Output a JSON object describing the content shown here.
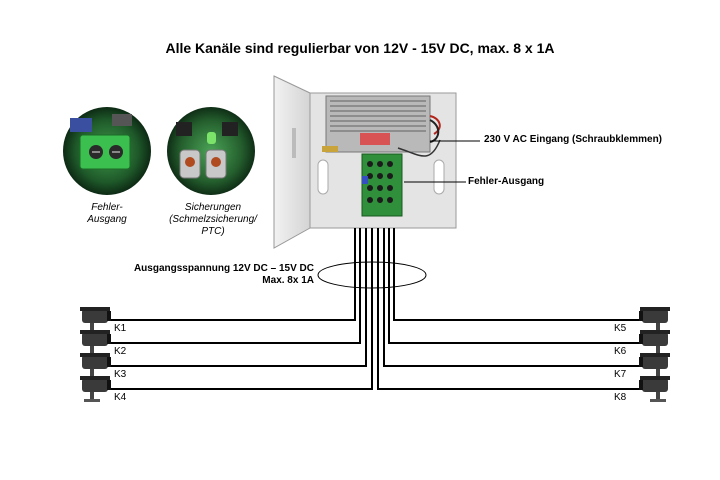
{
  "title": "Alle Kanäle sind regulierbar von 12V - 15V DC, max. 8 x 1A",
  "callouts": {
    "ac_input": "230 V AC Eingang (Schraubklemmen)",
    "fault_output": "Fehler-Ausgang",
    "output_voltage_line1": "Ausgangsspannung 12V DC – 15V DC",
    "output_voltage_line2": "Max. 8x 1A"
  },
  "insets": {
    "fault": [
      "Fehler-",
      "Ausgang"
    ],
    "fuses": [
      "Sicherungen",
      "(Schmelzsicherung/",
      "PTC)"
    ]
  },
  "channels_left": [
    "K1",
    "K2",
    "K3",
    "K4"
  ],
  "channels_right": [
    "K5",
    "K6",
    "K7",
    "K8"
  ],
  "colors": {
    "enclosure": "#e6e6e6",
    "pcb": "#2f8f3a",
    "wire": "#000000"
  }
}
